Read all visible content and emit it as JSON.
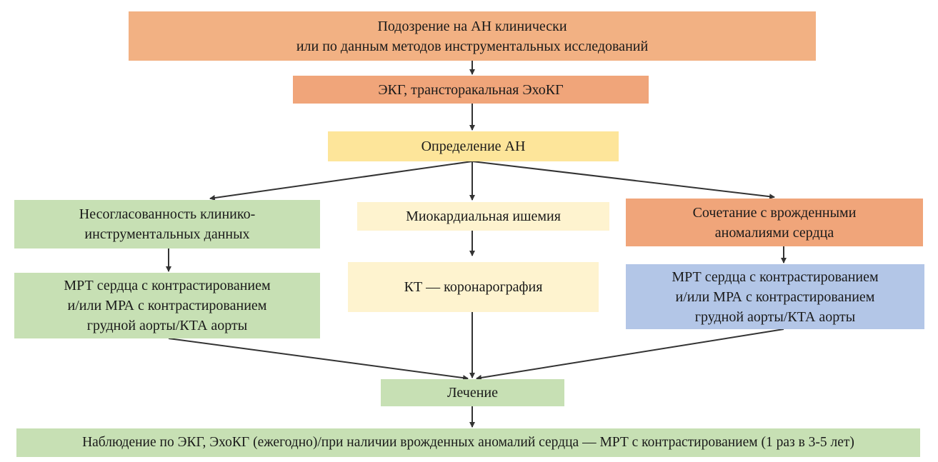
{
  "colors": {
    "orange": "#f2b183",
    "orange_dark": "#f0a57a",
    "yellow": "#fde59a",
    "cream": "#fef3cf",
    "green": "#c7e0b4",
    "blue": "#b3c6e7",
    "arrow": "#333333"
  },
  "nodes": {
    "suspicion": "Подозрение на АН клинически\nили по данным методов инструментальных исследований",
    "ecg_echo": "ЭКГ, трансторакальная ЭхоКГ",
    "definition": "Определение АН",
    "inconsistency": "Несогласованность клинико-\nинструментальных данных",
    "ischemia": "Миокардиальная ишемия",
    "congenital": "Сочетание с врожденными\nаномалиями сердца",
    "mri_left": "МРТ сердца с контрастированием\nи/или МРА с контрастированием\nгрудной аорты/КТА аорты",
    "ct": "КТ — коронарография",
    "mri_right": "МРТ сердца с контрастированием\nи/или МРА с контрастированием\nгрудной аорты/КТА аорты",
    "treatment": "Лечение",
    "followup": "Наблюдение по ЭКГ, ЭхоКГ (ежегодно)/при наличии врожденных аномалий сердца — МРТ с контрастированием (1 раз в 3-5 лет)"
  }
}
